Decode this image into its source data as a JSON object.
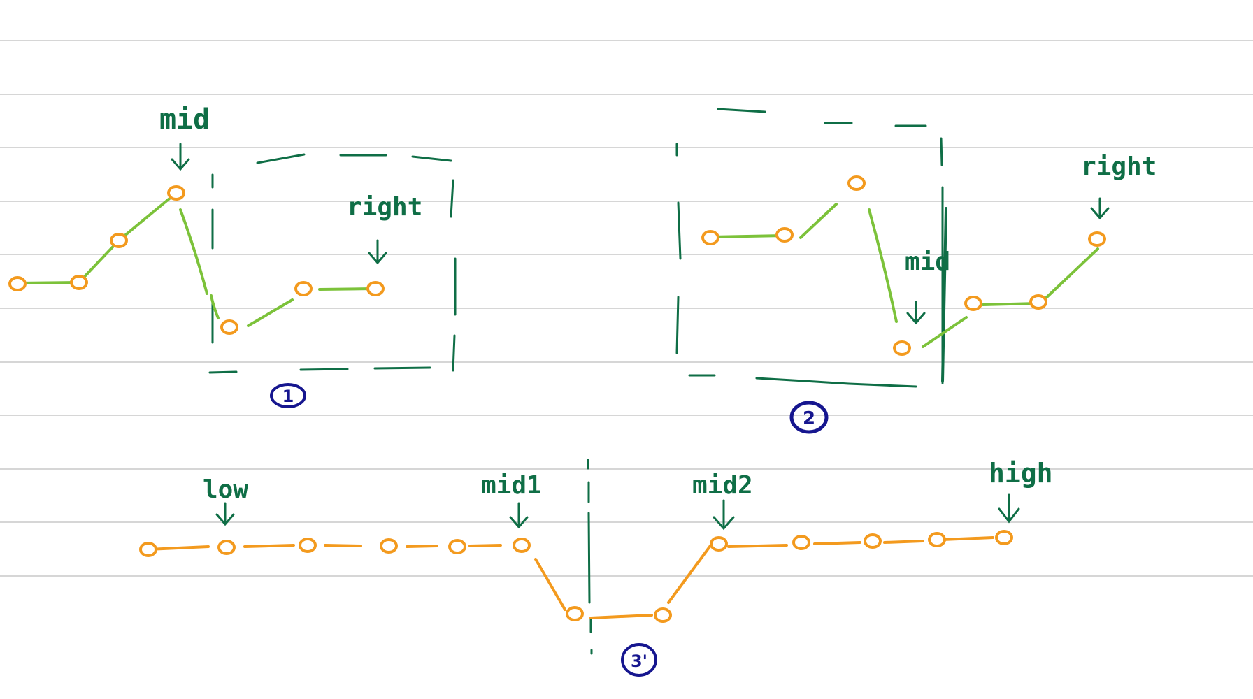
{
  "colors": {
    "ruled_line": "#d6d6d6",
    "annotation_green": "#0f6e46",
    "segment_green": "#7cc23a",
    "node_orange": "#f39a1e",
    "badge_blue": "#16168f"
  },
  "labels": {
    "d1_mid": "mid",
    "d1_right": "right",
    "d1_badge": "1",
    "d2_mid": "mid",
    "d2_right": "right",
    "d2_badge": "2",
    "d3_low": "low",
    "d3_mid1": "mid1",
    "d3_mid2": "mid2",
    "d3_high": "high",
    "d3_badge": "3'"
  },
  "icons": {
    "pointer": "down-arrow-icon",
    "node": "circle-node-icon"
  }
}
